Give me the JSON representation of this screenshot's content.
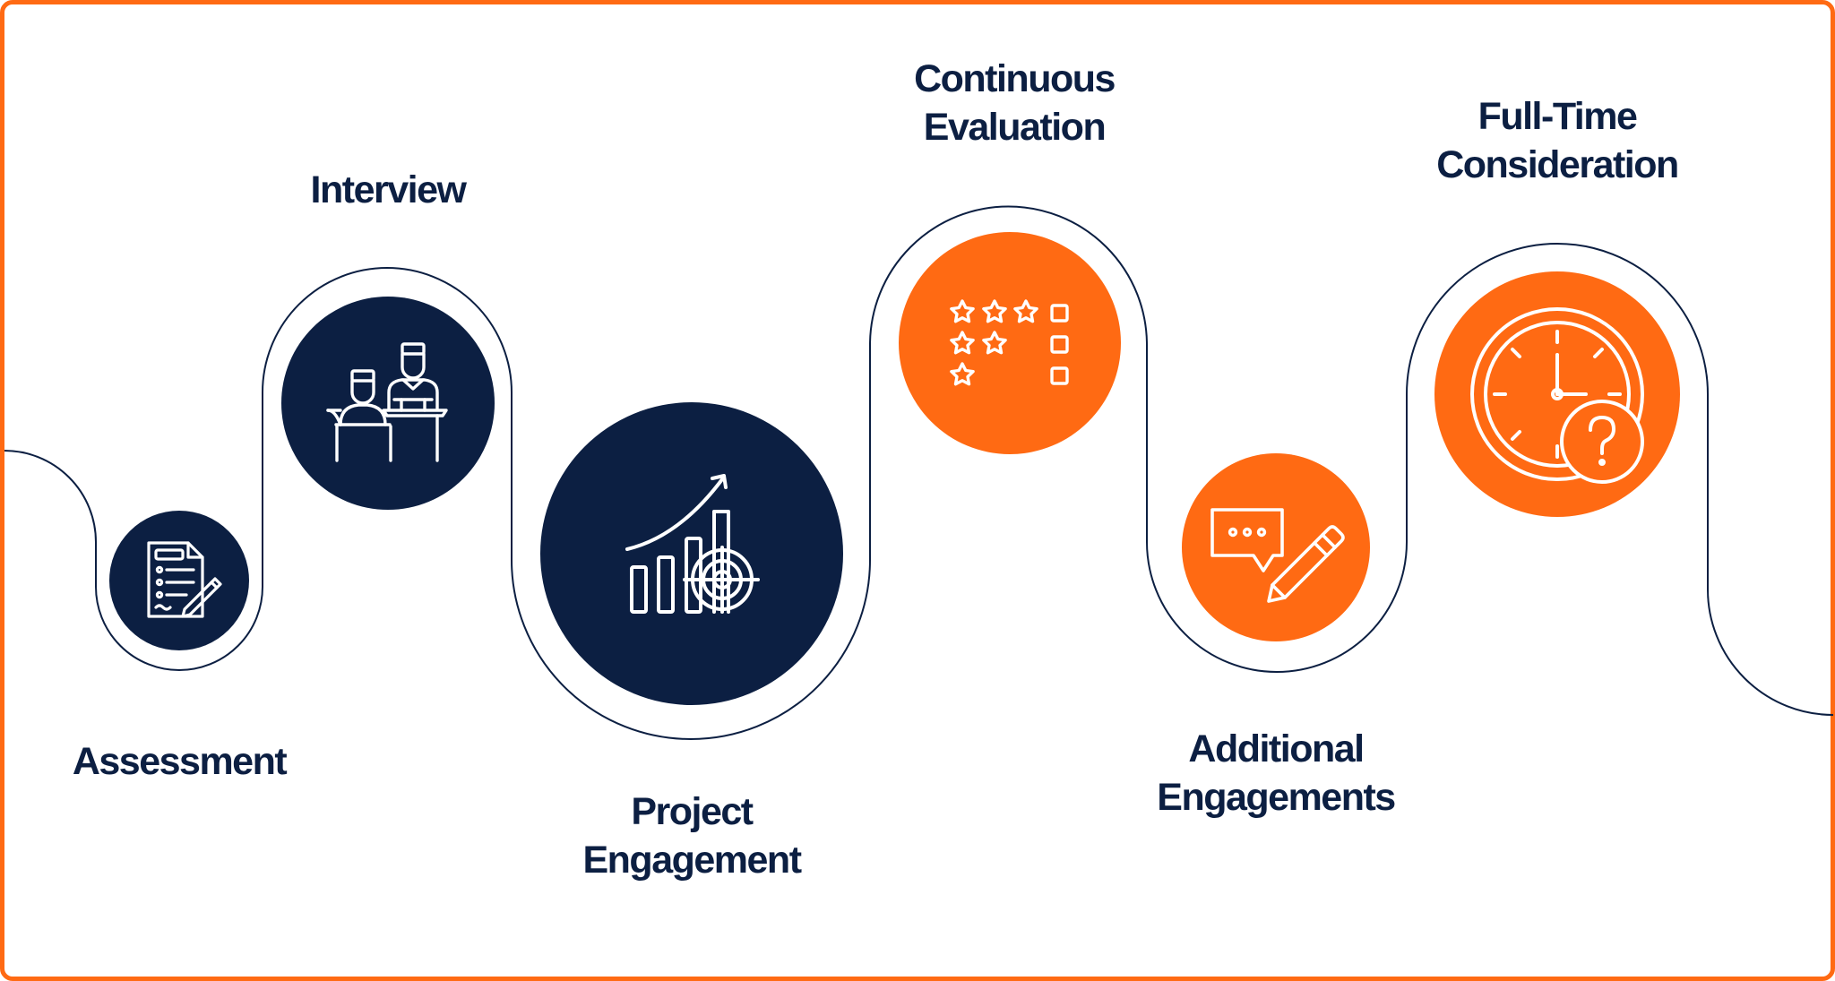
{
  "colors": {
    "navy": "#0c1f42",
    "orange": "#ff6a13",
    "background": "#ffffff"
  },
  "steps": [
    {
      "id": "assessment",
      "title_lines": [
        "Assessment"
      ],
      "color": "navy",
      "icon": "document-checklist-pen-icon"
    },
    {
      "id": "interview",
      "title_lines": [
        "Interview"
      ],
      "color": "navy",
      "icon": "interview-people-desk-icon"
    },
    {
      "id": "project-engagement",
      "title_lines": [
        "Project",
        "Engagement"
      ],
      "color": "navy",
      "icon": "growth-chart-target-icon"
    },
    {
      "id": "continuous-evaluation",
      "title_lines": [
        "Continuous",
        "Evaluation"
      ],
      "color": "orange",
      "icon": "star-rating-checklist-icon"
    },
    {
      "id": "additional-engagements",
      "title_lines": [
        "Additional",
        "Engagements"
      ],
      "color": "orange",
      "icon": "chat-bubble-pencil-icon"
    },
    {
      "id": "full-time-consideration",
      "title_lines": [
        "Full-Time",
        "Consideration"
      ],
      "color": "orange",
      "icon": "clock-question-icon"
    }
  ]
}
